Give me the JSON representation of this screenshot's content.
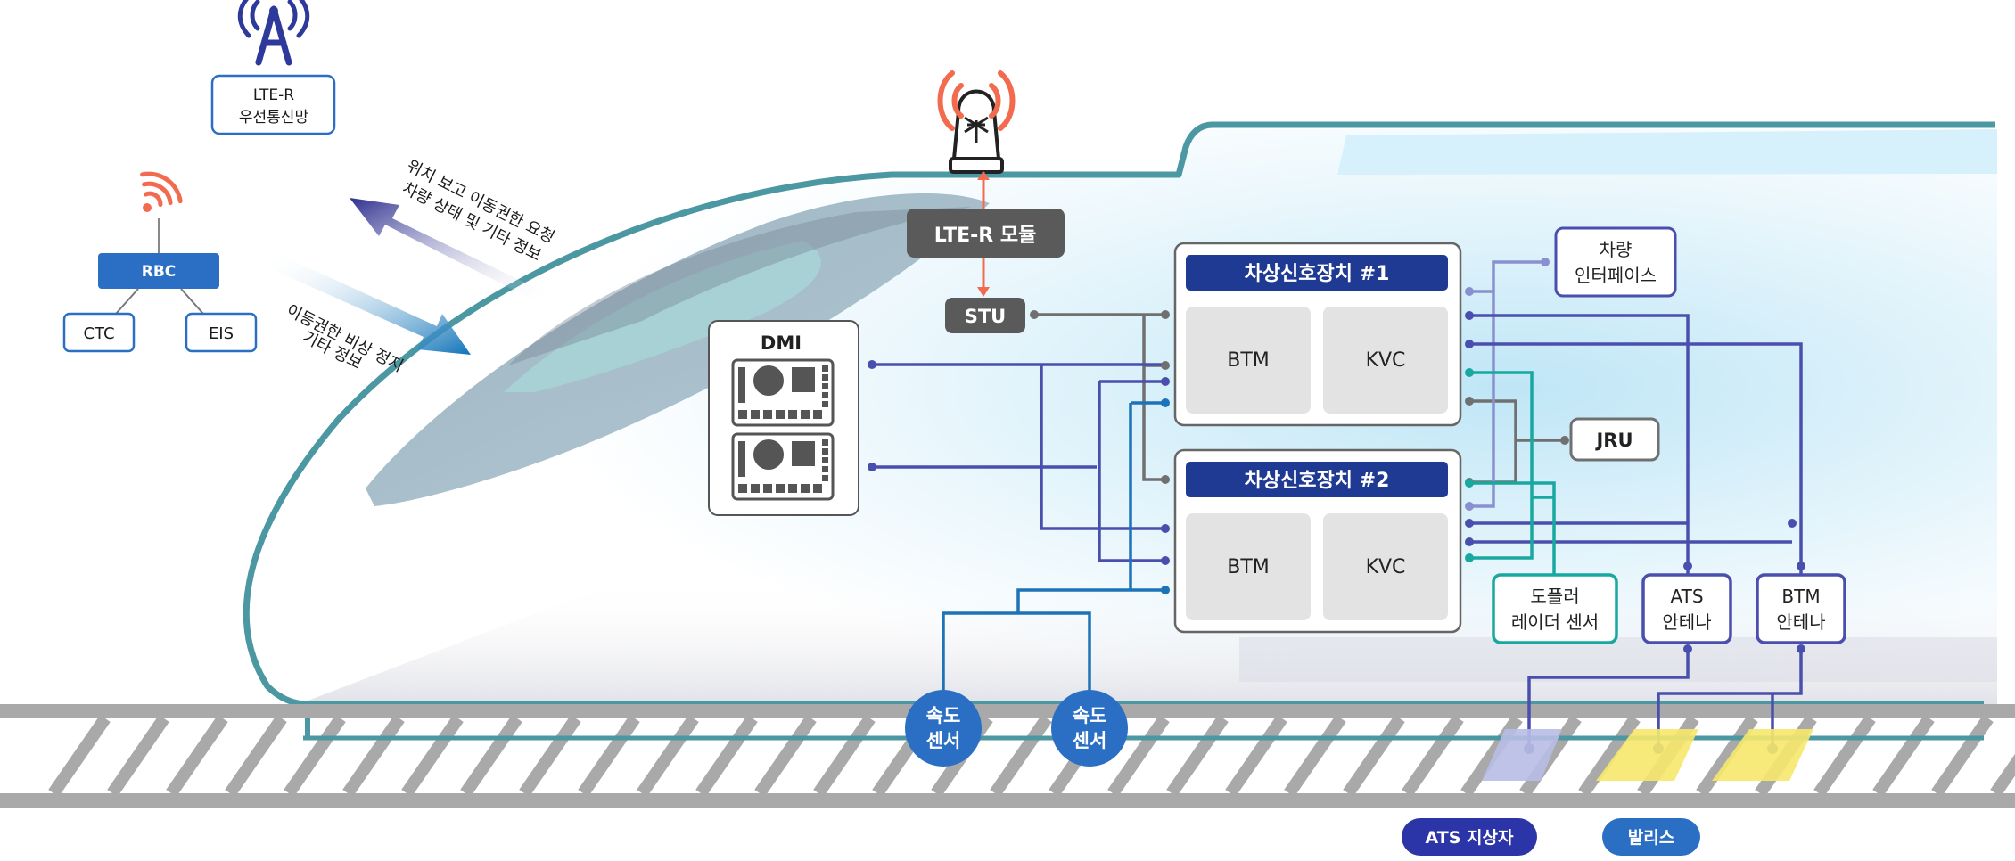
{
  "network": {
    "lte_label": [
      "LTE-R",
      "우선통신망"
    ],
    "rbc": "RBC",
    "ctc": "CTC",
    "eis": "EIS"
  },
  "arrows": {
    "uplink": [
      "위치 보고 이동권한 요청",
      "차량 상태 및 기타 정보"
    ],
    "downlink": [
      "이동권한 비상 정지",
      "기타 정보"
    ]
  },
  "onboard": {
    "lte_module": "LTE-R 모듈",
    "stu": "STU",
    "dmi": "DMI",
    "unit1": {
      "title": "차상신호장치 #1",
      "btm": "BTM",
      "kvc": "KVC"
    },
    "unit2": {
      "title": "차상신호장치 #2",
      "btm": "BTM",
      "kvc": "KVC"
    },
    "vehicle_interface": [
      "차량",
      "인터페이스"
    ],
    "jru": "JRU",
    "doppler": [
      "도플러",
      "레이더 센서"
    ],
    "ats_antenna": [
      "ATS",
      "안테나"
    ],
    "btm_antenna": [
      "BTM",
      "안테나"
    ],
    "speed_sensor_1": [
      "속도",
      "센서"
    ],
    "speed_sensor_2": [
      "속도",
      "센서"
    ]
  },
  "wayside": {
    "ats_beacon": "ATS 지상자",
    "balise": "발리스"
  },
  "colors": {
    "navy": "#1f3a93",
    "indigo": "#4a4fae",
    "teal": "#18a8a0",
    "blue": "#2a6fc4",
    "gray": "#6b6b6b",
    "orange": "#f26b4f",
    "rail": "#a9a9a9",
    "body_outline": "#4b98a2"
  }
}
